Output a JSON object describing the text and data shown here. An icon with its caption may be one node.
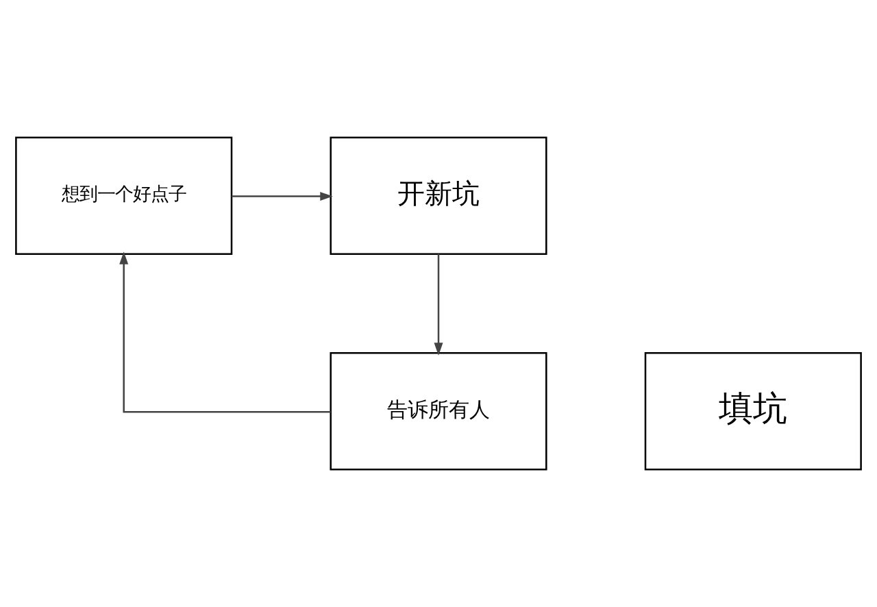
{
  "diagram": {
    "nodes": [
      {
        "text": [
          "想到一个好点子"
        ]
      },
      {
        "text": [
          "开新坑"
        ]
      },
      {
        "text": [
          "告诉所有人"
        ]
      },
      {
        "text": [
          "填坑"
        ]
      }
    ],
    "edges": [
      {
        "from": 0,
        "to": 1,
        "arrow": "to"
      },
      {
        "from": 1,
        "to": 2,
        "arrow": "to"
      },
      {
        "from": 2,
        "to": 0,
        "arrow": "to"
      }
    ]
  }
}
